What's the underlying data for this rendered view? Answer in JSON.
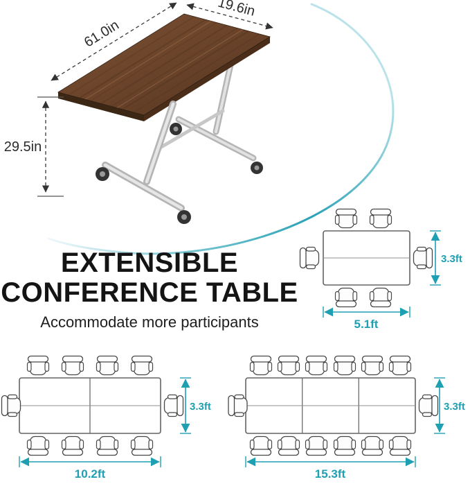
{
  "illustration": {
    "length_label": "61.0in",
    "depth_label": "19.6in",
    "height_label": "29.5in"
  },
  "headline": {
    "line1": "EXTENSIBLE",
    "line2": "CONFERENCE TABLE",
    "subtitle": "Accommodate more participants"
  },
  "accent_color": "#1f9fb2",
  "configurations": [
    {
      "name": "single-table",
      "length_label": "5.1ft",
      "depth_label": "3.3ft",
      "seats": 6,
      "table_sections": 2
    },
    {
      "name": "double-table",
      "length_label": "10.2ft",
      "depth_label": "3.3ft",
      "seats": 10,
      "table_sections": 4
    },
    {
      "name": "triple-table",
      "length_label": "15.3ft",
      "depth_label": "3.3ft",
      "seats": 14,
      "table_sections": 6
    }
  ]
}
